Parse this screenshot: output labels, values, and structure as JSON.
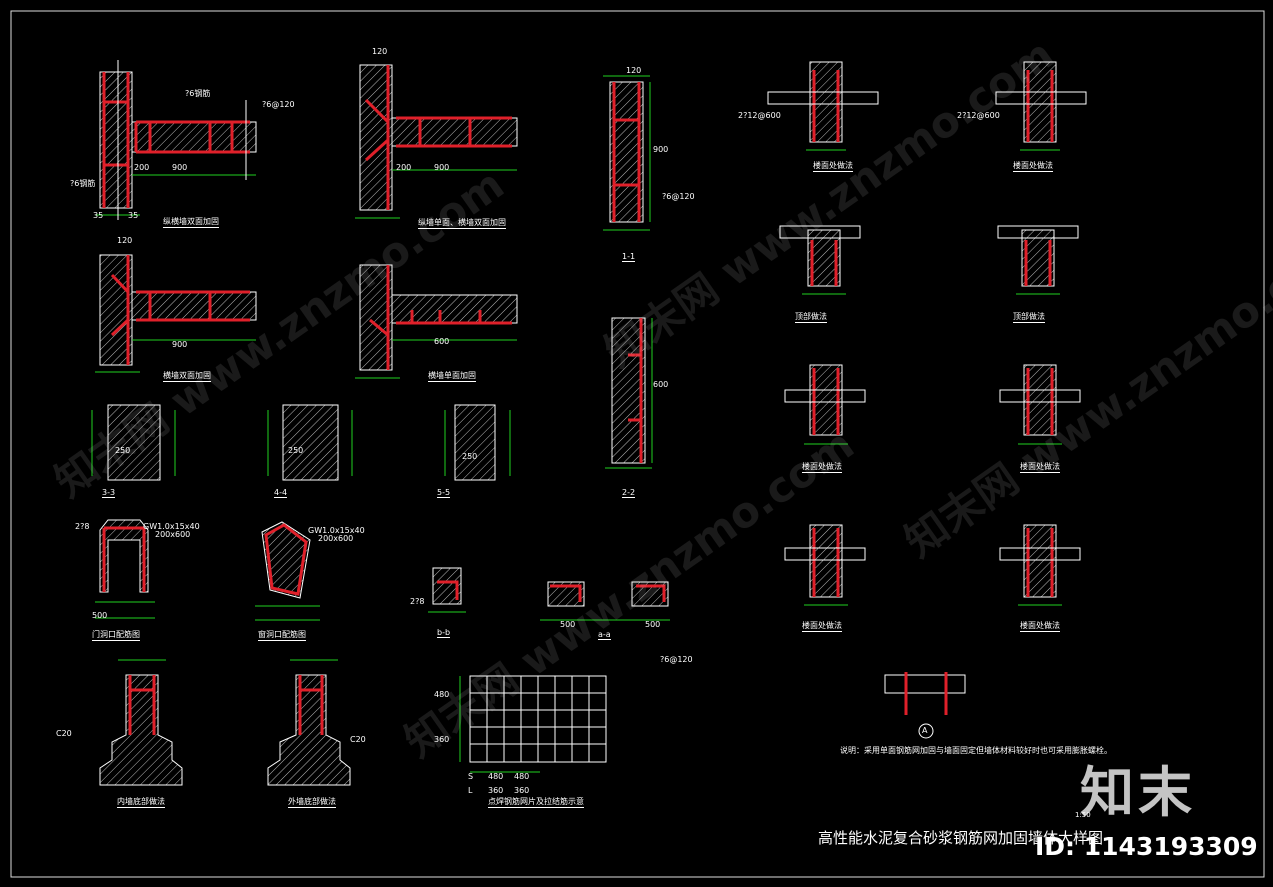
{
  "drawing": {
    "title": "高性能水泥复合砂浆钢筋网加固墙体大样图",
    "scale_mark": "1:50",
    "note": "说明：采用单面钢筋网加固与墙面固定但墙体材料较好时也可采用膨胀螺栓。",
    "brand": "知末",
    "id": "ID: 1143193309",
    "watermark": "知末网 www.znzmo.com"
  },
  "labels": {
    "d1": "纵横墙双面加固",
    "d2": "纵墙单面、横墙双面加固",
    "d3": "1-1",
    "d4": "横墙双面加固",
    "d5": "横墙单面加固",
    "d6": "2-2",
    "d7": "3-3",
    "d8": "4-4",
    "d9": "5-5",
    "d10": "门洞口配筋图",
    "d11": "窗洞口配筋图",
    "d12": "b-b",
    "d13": "a-a",
    "d14": "内墙底部做法",
    "d15": "外墙底部做法",
    "d16": "点焊钢筋网片及拉结筋示意",
    "r1": "楼面处做法",
    "r2": "楼面处做法",
    "r3": "顶部做法",
    "r4": "顶部做法",
    "r5": "楼面处做法",
    "r6": "楼面处做法",
    "r7": "楼面处做法",
    "r8": "楼面处做法",
    "detailA": "A"
  },
  "dims": {
    "d900": "900",
    "d200": "200",
    "d600": "600",
    "d250": "250",
    "d120": "120",
    "d35": "35",
    "d500": "500",
    "d480": "480",
    "d360": "360",
    "phi6": "?6@120",
    "phi6b": "?6钢筋",
    "c20": "C20",
    "s": "S",
    "l": "L",
    "gw": "GW1.0x15x40",
    "p600": "200x600",
    "tip1": "2?8",
    "tip2": "2?12@600"
  }
}
